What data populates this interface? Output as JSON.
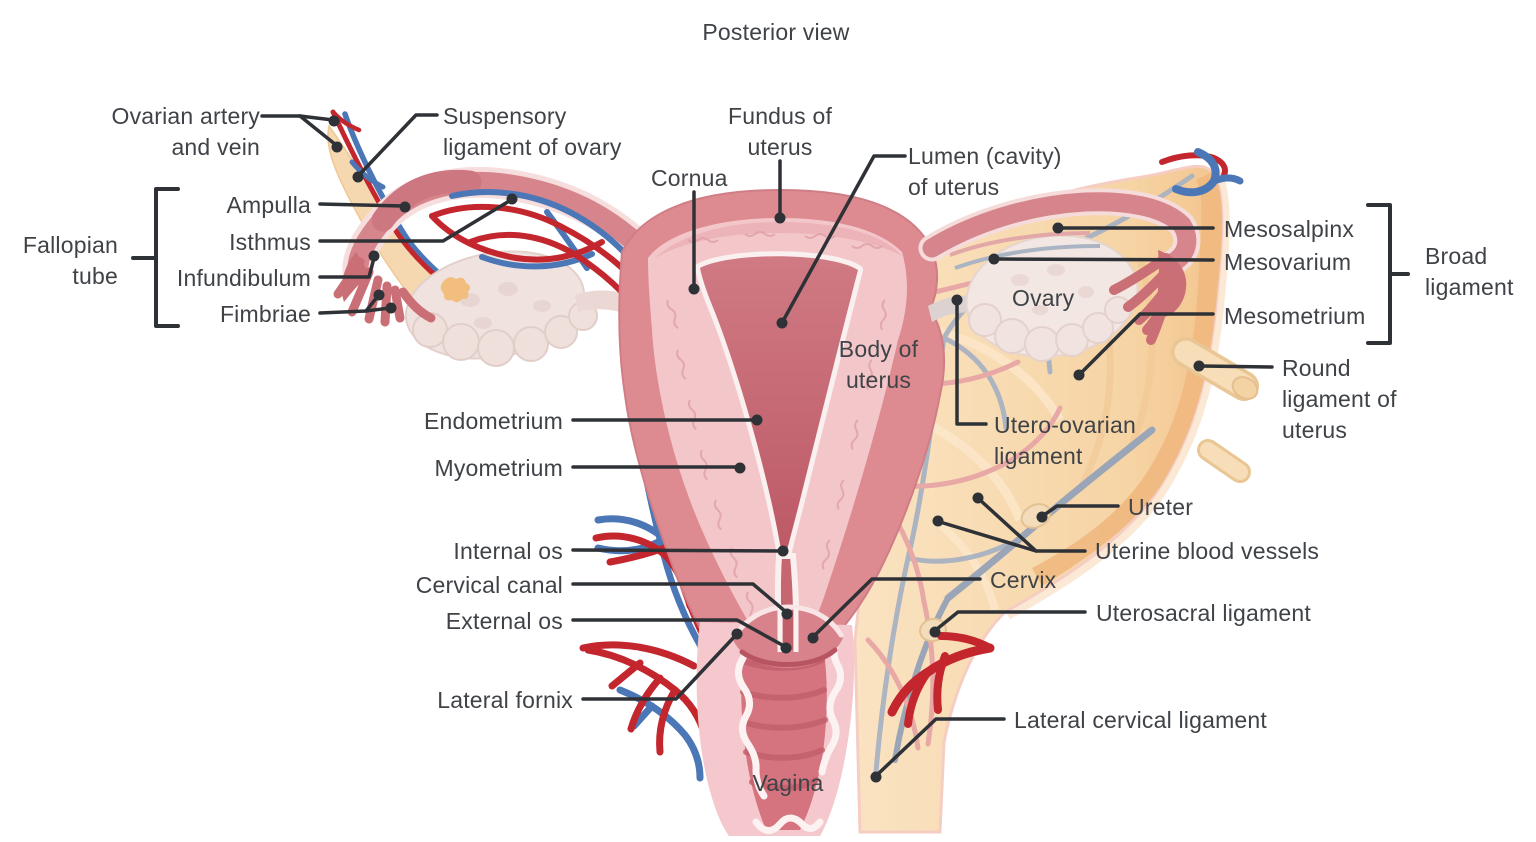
{
  "title": "Posterior view",
  "colors": {
    "label_text": "#3f4347",
    "leader_line": "#2e3236",
    "uterus_serosa": "#dd8b91",
    "myometrium_cut": "#f3c7ca",
    "endometrium_lining": "#fbf0f0",
    "uterine_lumen": "#c05e6a",
    "fallopian_tube": "#d6858c",
    "fimbriae": "#cb6f77",
    "ovary": "#f0e2de",
    "corpus_luteum": "#f2be7d",
    "broad_ligament_peach": "#f5cd9a",
    "artery_red": "#c4262e",
    "vein_blue": "#4c77b6",
    "vagina_canal": "#d5747f"
  },
  "labels": {
    "ovarian_artery_vein": "Ovarian artery\nand vein",
    "suspensory_ligament": "Suspensory\nligament of ovary",
    "fallopian_tube": "Fallopian\ntube",
    "ampulla": "Ampulla",
    "isthmus": "Isthmus",
    "infundibulum": "Infundibulum",
    "fimbriae": "Fimbriae",
    "cornua": "Cornua",
    "fundus_of_uterus": "Fundus of\nuterus",
    "lumen_cavity_of_uterus": "Lumen (cavity)\nof uterus",
    "mesosalpinx": "Mesosalpinx",
    "mesovarium": "Mesovarium",
    "mesometrium": "Mesometrium",
    "broad_ligament": "Broad\nligament",
    "round_ligament_of_uterus": "Round\nligament of\nuterus",
    "ovary": "Ovary",
    "body_of_uterus": "Body of\nuterus",
    "utero_ovarian_ligament": "Utero-ovarian\nligament",
    "ureter": "Ureter",
    "uterine_blood_vessels": "Uterine blood vessels",
    "endometrium": "Endometrium",
    "myometrium": "Myometrium",
    "internal_os": "Internal os",
    "cervical_canal": "Cervical canal",
    "external_os": "External os",
    "cervix": "Cervix",
    "uterosacral_ligament": "Uterosacral ligament",
    "lateral_fornix": "Lateral fornix",
    "lateral_cervical_ligament": "Lateral cervical ligament",
    "vagina": "Vagina"
  }
}
